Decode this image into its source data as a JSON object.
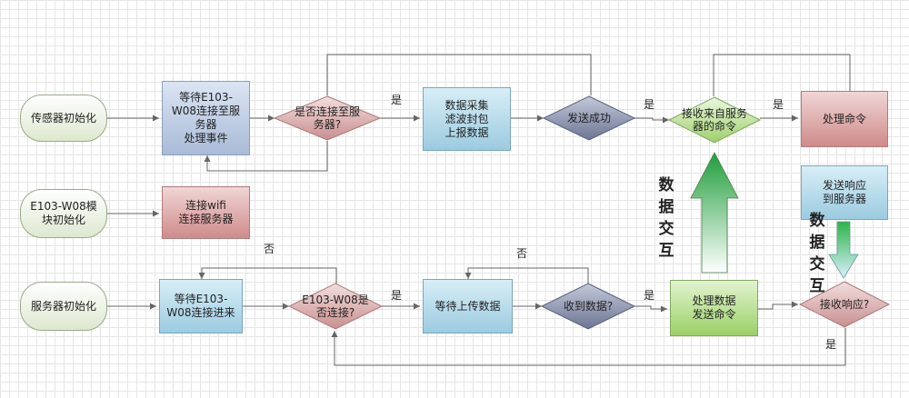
{
  "nodes": {
    "sensor_init": "传感器初始化",
    "wait_event": "等待E103-\nW08连接至服\n务器\n处理事件",
    "connected_server_q": "是否连接至服\n务器?",
    "collect_data": "数据采集\n滤波封包\n上报数据",
    "send_success_q": "发送成功",
    "receive_cmd_q": "接收来自服务\n器的命令",
    "process_cmd": "处理命令",
    "module_init": "E103-W08模\n块初始化",
    "connect_wifi": "连接wifi\n连接服务器",
    "send_response": "发送响应\n到服务器",
    "server_init": "服务器初始化",
    "wait_connect": "等待E103-\nW08连接进来",
    "connected_q": "E103-W08是\n否连接?",
    "wait_upload": "等待上传数据",
    "received_data_q": "收到数据?",
    "process_send_cmd": "处理数据\n发送命令",
    "received_response_q": "接收响应?"
  },
  "edge_labels": {
    "yes_1": "是",
    "yes_2": "是",
    "yes_3": "是",
    "no_1": "否",
    "no_2": "否",
    "yes_4": "是",
    "yes_5": "是",
    "yes_6": "是"
  },
  "annotations": {
    "data_exchange_1": "数\n据\n交\n互",
    "data_exchange_2": "数\n据\n交\n互"
  }
}
